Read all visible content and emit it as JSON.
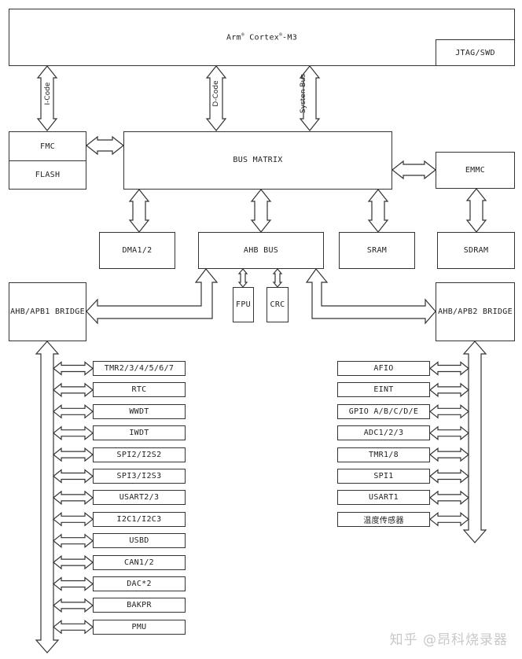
{
  "core": {
    "name": "Arm",
    "reg": "®",
    "name2": "Cortex",
    "reg2": "®",
    "suffix": "-M3",
    "debug": "JTAG/SWD"
  },
  "buses": {
    "icode": "I-Code",
    "dcode": "D-Code",
    "system": "Systen Bus"
  },
  "memory": {
    "fmc": "FMC",
    "flash": "FLASH",
    "matrix": "BUS MATRIX",
    "emmc": "EMMC",
    "sdram": "SDRAM",
    "sram": "SRAM",
    "dma": "DMA1/2",
    "ahb": "AHB BUS",
    "fpu": "FPU",
    "crc": "CRC"
  },
  "bridges": {
    "apb1": "AHB/APB1 BRIDGE",
    "apb2": "AHB/APB2 BRIDGE"
  },
  "apb1_peripherals": [
    "TMR2/3/4/5/6/7",
    "RTC",
    "WWDT",
    "IWDT",
    "SPI2/I2S2",
    "SPI3/I2S3",
    "USART2/3",
    "I2C1/I2C3",
    "USBD",
    "CAN1/2",
    "DAC*2",
    "BAKPR",
    "PMU"
  ],
  "apb2_peripherals": [
    "AFIO",
    "EINT",
    "GPIO A/B/C/D/E",
    "ADC1/2/3",
    "TMR1/8",
    "SPI1",
    "USART1",
    "温度传感器"
  ],
  "watermark": "知乎 @昂科烧录器"
}
